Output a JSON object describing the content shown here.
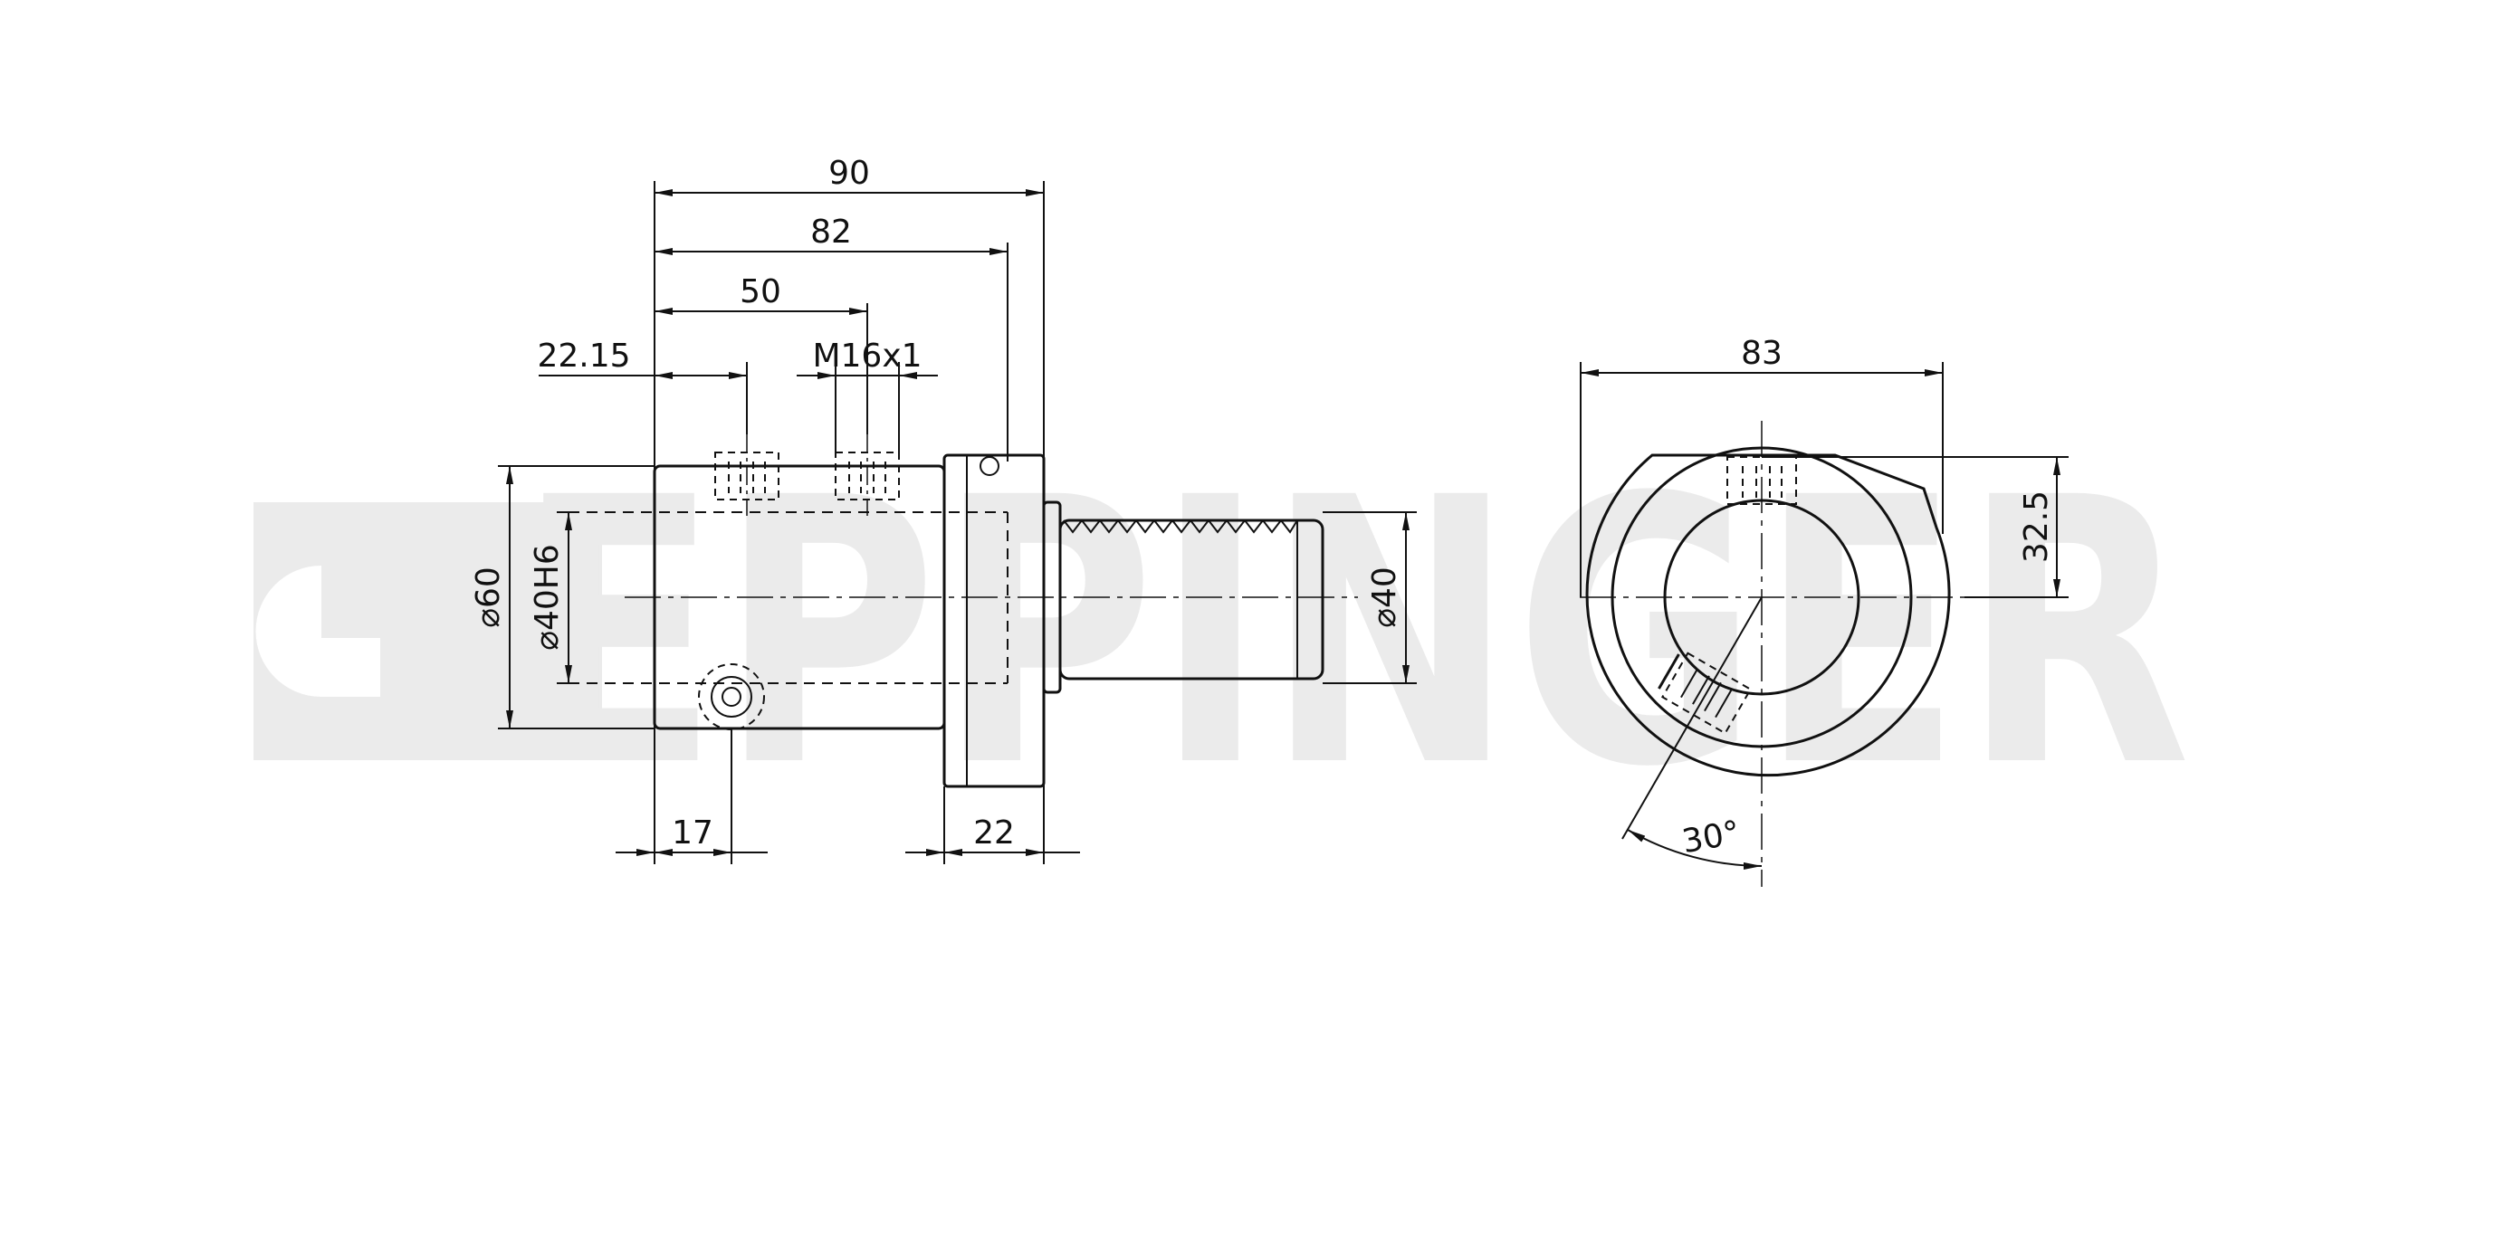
{
  "watermark": {
    "text": "EPPINGER",
    "color": "#ebebeb"
  },
  "colors": {
    "line": "#111111",
    "hidden": "#111111",
    "center": "#111111"
  },
  "side_view": {
    "dims": {
      "total_length": "90",
      "body_length": "82",
      "thread_position": "50",
      "first_screw": "22.15",
      "thread_size": "M16x1",
      "outer_diameter": "⌀60",
      "bore_diameter": "⌀40H6",
      "shank_diameter": "⌀40",
      "bottom_screw": "17",
      "flange_width": "22"
    }
  },
  "front_view": {
    "dims": {
      "width": "83",
      "height": "32.5",
      "angle": "30°"
    }
  }
}
